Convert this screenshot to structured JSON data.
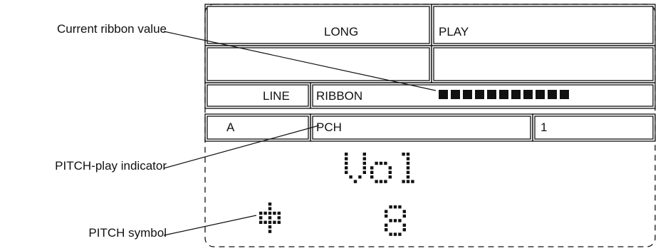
{
  "callouts": {
    "ribbon_value": "Current ribbon value",
    "pitch_play": "PITCH-play indicator",
    "pitch_symbol": "PITCH symbol"
  },
  "display": {
    "row1": {
      "left": "LONG",
      "right": "PLAY"
    },
    "row3": {
      "left": "LINE",
      "middle": "RIBBON",
      "ribbon_blocks": 11
    },
    "row4": {
      "left": "A",
      "middle": "PCH",
      "right": "1"
    },
    "lcd": {
      "top": "Vol",
      "bottom": "8"
    }
  },
  "colors": {
    "ink": "#111111",
    "background": "#ffffff"
  }
}
